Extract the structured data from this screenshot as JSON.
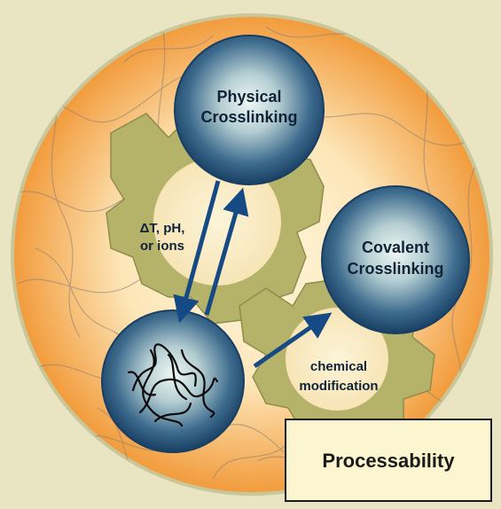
{
  "nodes": {
    "physical": {
      "line1": "Physical",
      "line2": "Crosslinking"
    },
    "covalent": {
      "line1": "Covalent",
      "line2": "Crosslinking"
    },
    "polymer": {
      "label": ""
    }
  },
  "arrows": {
    "stimulus": {
      "line1": "ΔT, pH,",
      "line2": "or ions"
    },
    "chemical": {
      "line1": "chemical",
      "line2": "modification"
    }
  },
  "footer": {
    "label": "Processability"
  },
  "colors": {
    "background": "#e9e5c2",
    "disc_edge": "#f3a64b",
    "disc_center": "#fff7dd",
    "gear": "#b7b46a",
    "node_center": "#e9f3f4",
    "node_edge": "#1c4b72",
    "arrow": "#154a84"
  }
}
